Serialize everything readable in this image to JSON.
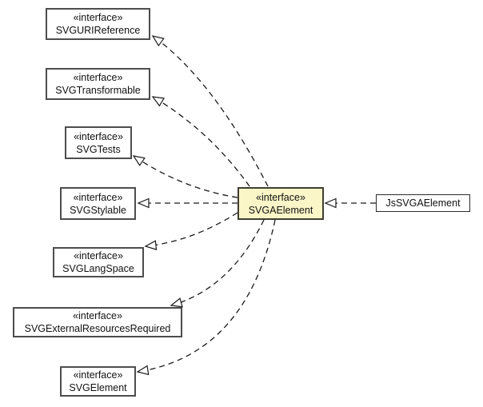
{
  "colors": {
    "background": "#ffffff",
    "box_fill": "#ffffff",
    "box_border": "#4d4d4d",
    "highlight_fill": "#fbf6c8",
    "highlight_border": "#3e3e32",
    "impl_border": "#2b2b2b",
    "edge_stroke": "#1a1a1a",
    "text_color": "#111111"
  },
  "nodes": {
    "center": {
      "stereotype": "«interface»",
      "name": "SVGAElement"
    },
    "implementer": {
      "name": "JsSVGAElement"
    },
    "interfaces": [
      {
        "stereotype": "«interface»",
        "name": "SVGURIReference"
      },
      {
        "stereotype": "«interface»",
        "name": "SVGTransformable"
      },
      {
        "stereotype": "«interface»",
        "name": "SVGTests"
      },
      {
        "stereotype": "«interface»",
        "name": "SVGStylable"
      },
      {
        "stereotype": "«interface»",
        "name": "SVGLangSpace"
      },
      {
        "stereotype": "«interface»",
        "name": "SVGExternalResourcesRequired"
      },
      {
        "stereotype": "«interface»",
        "name": "SVGElement"
      }
    ]
  }
}
